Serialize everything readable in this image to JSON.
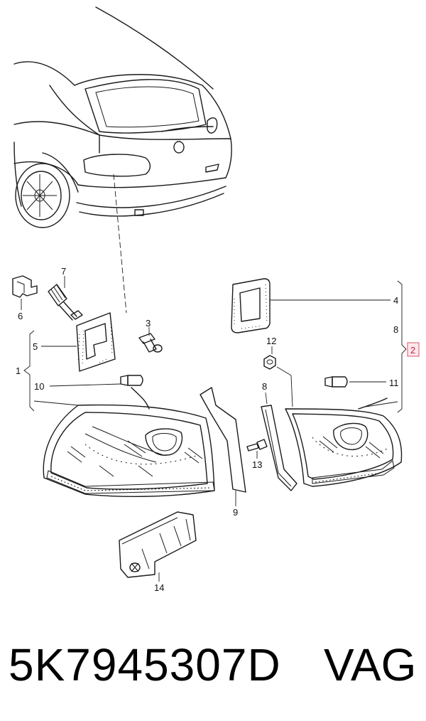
{
  "callouts": {
    "c1": "1",
    "c2": "2",
    "c3": "3",
    "c4": "4",
    "c5": "5",
    "c6": "6",
    "c7": "7",
    "c8a": "8",
    "c8b": "8",
    "c9": "9",
    "c10": "10",
    "c11": "11",
    "c12": "12",
    "c13": "13",
    "c14": "14"
  },
  "highlight_color": "#e0506a",
  "caption": {
    "part_number": "5K7945307D",
    "brand": "VAG"
  }
}
